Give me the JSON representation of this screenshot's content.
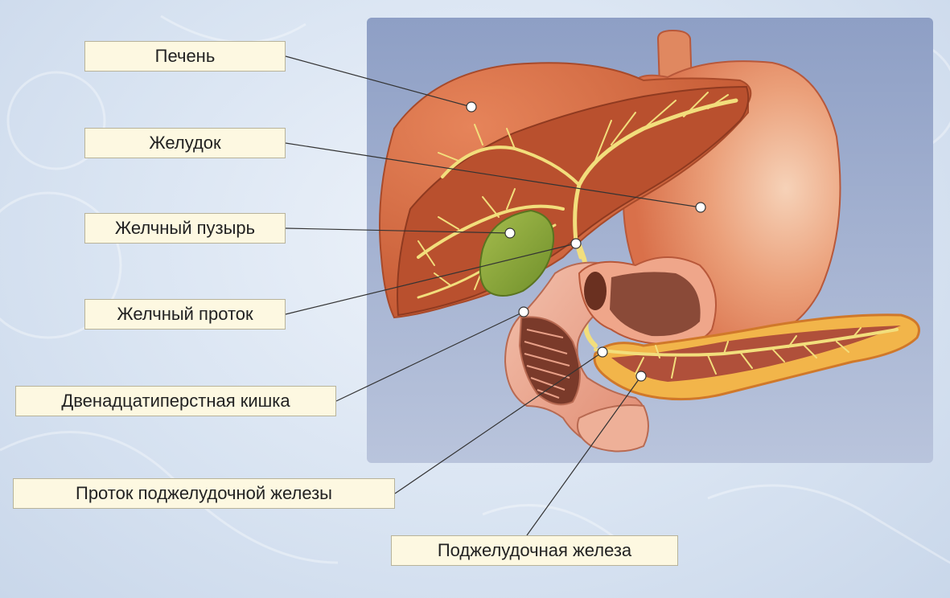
{
  "labels": {
    "liver": "Печень",
    "stomach": "Желудок",
    "gallbladder": "Желчный пузырь",
    "bile_duct": "Желчный проток",
    "duodenum": "Двенадцатиперстная кишка",
    "pancreatic_duct": "Проток поджелудочной железы",
    "pancreas": "Поджелудочная железа"
  },
  "colors": {
    "liver": "#c9502c",
    "stomach": "#e8956a",
    "gallbladder": "#8ea83a",
    "bile_ducts": "#f2de7c",
    "duodenum": "#e8a088",
    "pancreas": "#f2b54a",
    "panel": "#9aa9cb"
  }
}
